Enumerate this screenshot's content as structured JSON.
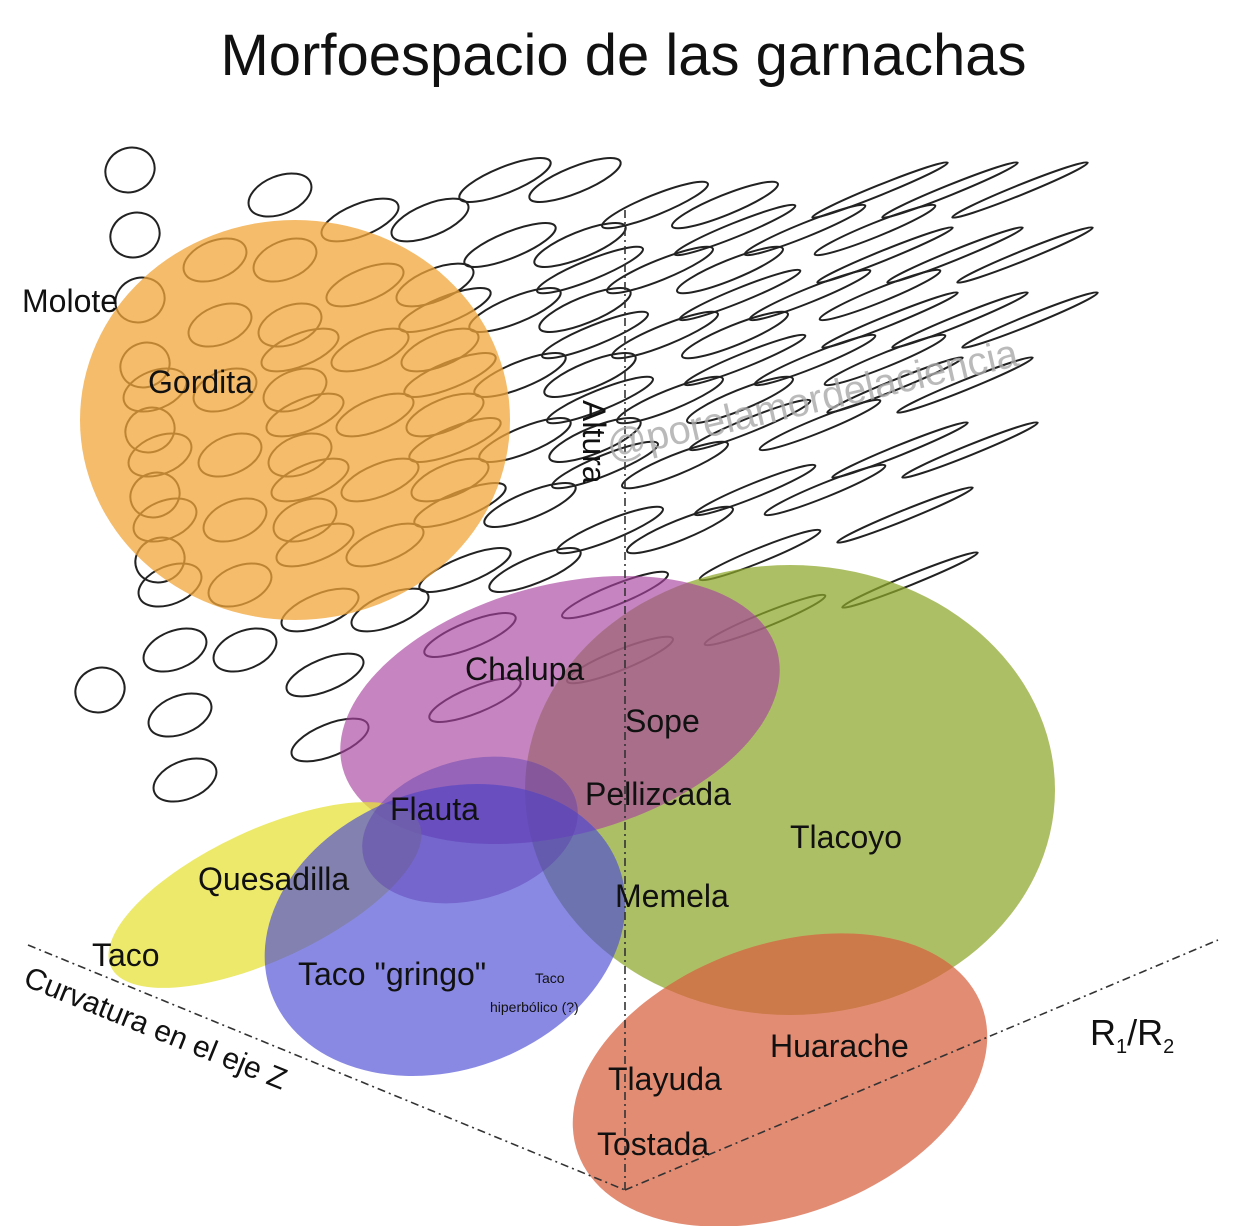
{
  "title": "Morfoespacio de las garnachas",
  "watermark": "@porelamordelaciencia",
  "axes": {
    "vertical": "Altura",
    "depth": "Curvatura en el eje Z",
    "horizontal": "R",
    "horizontal_sub1": "1",
    "horizontal_sep": "/R",
    "horizontal_sub2": "2"
  },
  "regions": [
    {
      "name": "Molote",
      "color": "#f0a53a"
    },
    {
      "name": "Gordita",
      "color": "#f0a53a"
    },
    {
      "name": "Chalupa",
      "color": "#a8449e"
    },
    {
      "name": "Sope",
      "color": "#a8449e"
    },
    {
      "name": "Pellizcada",
      "color": "#8ea62a"
    },
    {
      "name": "Tlacoyo",
      "color": "#8ea62a"
    },
    {
      "name": "Memela",
      "color": "#8ea62a"
    },
    {
      "name": "Flauta",
      "color": "#5a3bb0"
    },
    {
      "name": "Quesadilla",
      "color": "#e6e23a"
    },
    {
      "name": "Taco",
      "color": "#e6e23a"
    },
    {
      "name": "Taco \"gringo\"",
      "color": "#4a4ad6"
    },
    {
      "name": "Taco",
      "color": "#4a4ad6"
    },
    {
      "name": "hiperbólico (?)",
      "color": "#4a4ad6"
    },
    {
      "name": "Huarache",
      "color": "#d8603e"
    },
    {
      "name": "Tlayuda",
      "color": "#d8603e"
    },
    {
      "name": "Tostada",
      "color": "#d8603e"
    }
  ]
}
